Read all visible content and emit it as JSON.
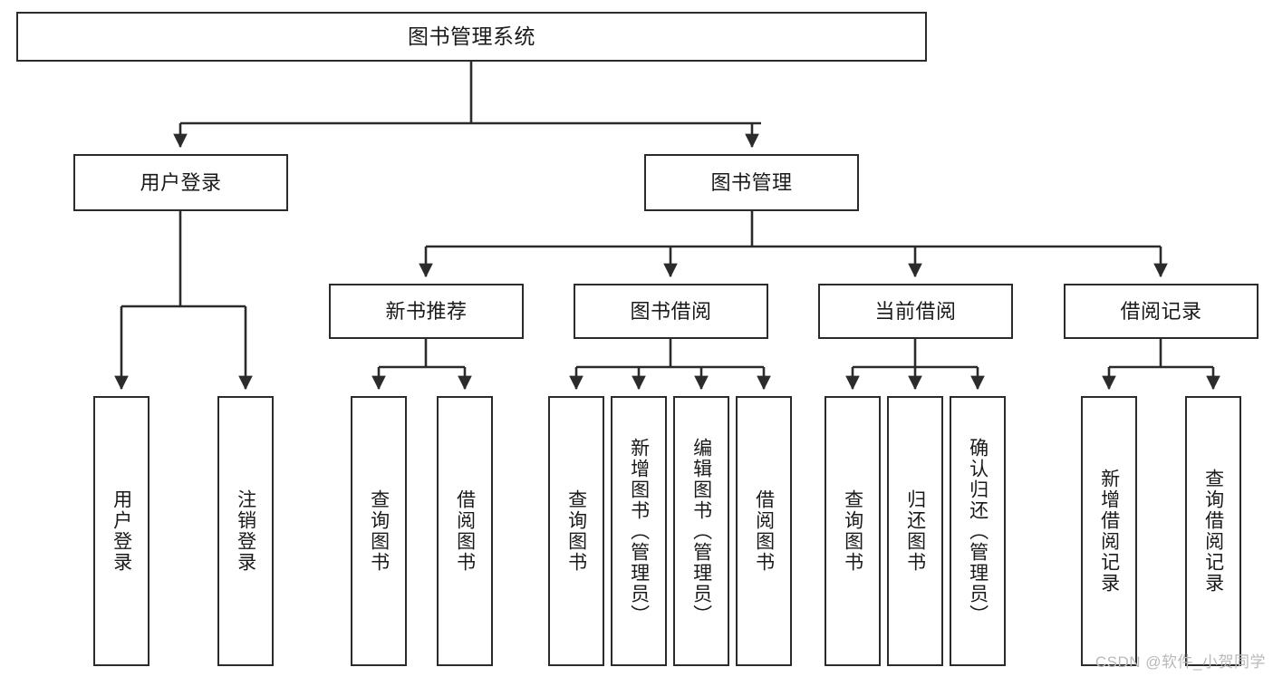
{
  "diagram": {
    "title": "图书管理系统",
    "watermark": "CSDN @软件_小贺同学",
    "colors": {
      "node_border": "#2b2b2b",
      "node_fill": "#ffffff",
      "edge": "#2b2b2b",
      "text": "#1a1a1a",
      "watermark": "#b9b9b9",
      "background": "#ffffff"
    },
    "levels": {
      "root": "图书管理系统",
      "level2": [
        "用户登录",
        "图书管理"
      ],
      "level3": [
        "新书推荐",
        "图书借阅",
        "当前借阅",
        "借阅记录"
      ]
    },
    "nodes": {
      "root": {
        "label": "图书管理系统"
      },
      "user_login": {
        "label": "用户登录"
      },
      "book_manage": {
        "label": "图书管理"
      },
      "new_book_rec": {
        "label": "新书推荐"
      },
      "book_borrow": {
        "label": "图书借阅"
      },
      "current_borrow": {
        "label": "当前借阅"
      },
      "borrow_record": {
        "label": "借阅记录"
      },
      "leaf_user_login": {
        "label": "用户登录"
      },
      "leaf_logout": {
        "label": "注销登录"
      },
      "leaf_query_book_1": {
        "label": "查询图书"
      },
      "leaf_borrow_book_1": {
        "label": "借阅图书"
      },
      "leaf_query_book_2": {
        "label": "查询图书"
      },
      "leaf_add_book_admin": {
        "label": "新增图书（管理员）"
      },
      "leaf_edit_book_admin": {
        "label": "编辑图书（管理员）"
      },
      "leaf_borrow_book_2": {
        "label": "借阅图书"
      },
      "leaf_query_book_3": {
        "label": "查询图书"
      },
      "leaf_return_book": {
        "label": "归还图书"
      },
      "leaf_confirm_return_admin": {
        "label": "确认归还（管理员）"
      },
      "leaf_add_record": {
        "label": "新增借阅记录"
      },
      "leaf_query_record": {
        "label": "查询借阅记录"
      }
    },
    "tree": [
      {
        "label": "图书管理系统",
        "children": [
          {
            "label": "用户登录",
            "children": [
              {
                "label": "用户登录"
              },
              {
                "label": "注销登录"
              }
            ]
          },
          {
            "label": "图书管理",
            "children": [
              {
                "label": "新书推荐",
                "children": [
                  {
                    "label": "查询图书"
                  },
                  {
                    "label": "借阅图书"
                  }
                ]
              },
              {
                "label": "图书借阅",
                "children": [
                  {
                    "label": "查询图书"
                  },
                  {
                    "label": "新增图书（管理员）"
                  },
                  {
                    "label": "编辑图书（管理员）"
                  },
                  {
                    "label": "借阅图书"
                  }
                ]
              },
              {
                "label": "当前借阅",
                "children": [
                  {
                    "label": "查询图书"
                  },
                  {
                    "label": "归还图书"
                  },
                  {
                    "label": "确认归还（管理员）"
                  }
                ]
              },
              {
                "label": "借阅记录",
                "children": [
                  {
                    "label": "新增借阅记录"
                  },
                  {
                    "label": "查询借阅记录"
                  }
                ]
              }
            ]
          }
        ]
      }
    ]
  }
}
